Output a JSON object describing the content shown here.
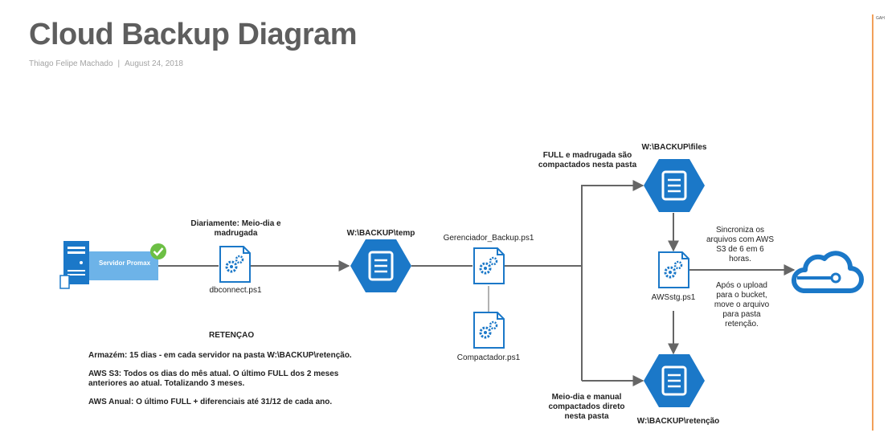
{
  "header": {
    "title": "Cloud Backup Diagram",
    "author": "Thiago Felipe Machado",
    "separator": "|",
    "date": "August 24, 2018"
  },
  "corner_tag": "GAH",
  "nodes": {
    "server": "Servidor Promax",
    "dbconnect_caption": "Diariamente: Meio-dia e madrugada",
    "dbconnect": "dbconnect.ps1",
    "temp": "W:\\BACKUP\\temp",
    "gerenciador": "Gerenciador_Backup.ps1",
    "compactador": "Compactador.ps1",
    "files_caption": "FULL  e madrugada são compactados nesta pasta",
    "files": "W:\\BACKUP\\files",
    "awsstg": "AWSstg.ps1",
    "retencao_caption": "Meio-dia e manual compactados direto nesta pasta",
    "retencao": "W:\\BACKUP\\retenção",
    "sync_note": "Sincroniza os arquivos com AWS S3 de 6 em 6 horas.",
    "upload_note": "Após o upload para o bucket, move o arquivo para pasta retenção."
  },
  "retention": {
    "heading": "RETENÇAO",
    "armazem": "Armazém:  15 dias - em cada servidor na pasta W:\\BACKUP\\retenção.",
    "aws_s3": "AWS S3: Todos os dias do mês atual.  O último FULL dos 2 meses anteriores ao atual. Totalizando 3 meses.",
    "aws_anual": "AWS Anual: O último FULL + diferenciais até 31/12 de cada ano."
  },
  "colors": {
    "primary_blue": "#1b78c8",
    "light_blue": "#6db3e8",
    "connector_gray": "#666666",
    "check_green": "#6cbf44",
    "title_gray": "#5e5e5e",
    "accent_orange": "#f2a05a"
  },
  "icons": [
    "server-icon",
    "check-icon",
    "gear-file-icon",
    "document-hexagon-icon",
    "cloud-icon"
  ]
}
